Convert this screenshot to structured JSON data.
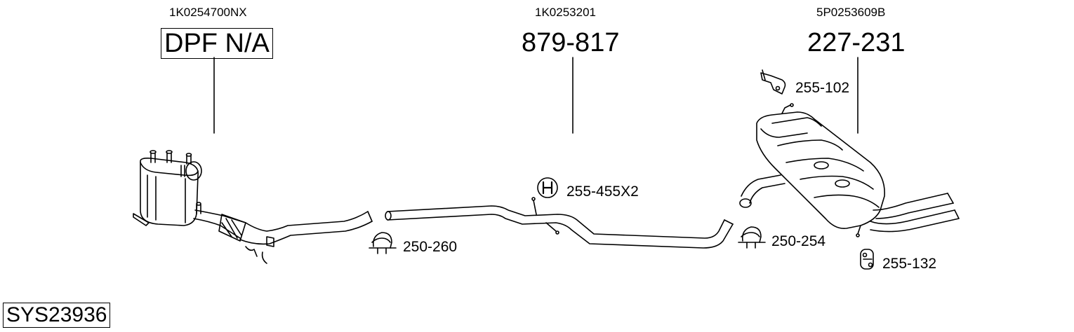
{
  "groups": [
    {
      "oe": "1K0254700NX",
      "part": "DPF N/A"
    },
    {
      "oe": "1K0253201",
      "part": "879-817"
    },
    {
      "oe": "5P0253609B",
      "part": "227-231"
    }
  ],
  "accessories": [
    {
      "label": "255-102",
      "icon": "hanger-bracket-icon"
    },
    {
      "label": "255-455X2",
      "icon": "rubber-mount-icon"
    },
    {
      "label": "250-260",
      "icon": "clamp-icon"
    },
    {
      "label": "250-254",
      "icon": "clamp-icon"
    },
    {
      "label": "255-132",
      "icon": "rubber-hanger-icon"
    }
  ],
  "system_code": "SYS23936"
}
